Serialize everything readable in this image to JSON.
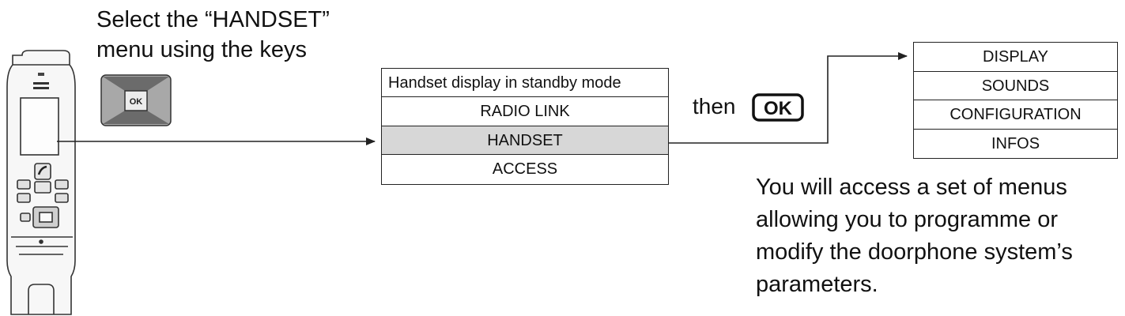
{
  "instructions": {
    "line1": "Select the “HANDSET”",
    "line2": "menu using the keys"
  },
  "main_menu": {
    "items": [
      "Handset display in standby mode",
      "RADIO LINK",
      "HANDSET",
      "ACCESS"
    ],
    "highlighted": "HANDSET"
  },
  "then_label": "then",
  "ok_key_label": "OK",
  "sub_menu": {
    "items": [
      "DISPLAY",
      "SOUNDS",
      "CONFIGURATION",
      "INFOS"
    ]
  },
  "note": {
    "line1": "You will access a set of menus",
    "line2": "allowing you to programme or",
    "line3": "modify the doorphone system’s",
    "line4": "parameters."
  },
  "colors": {
    "highlight": "#d7d7d7",
    "line": "#222222",
    "keypad_dark": "#6b6b6b",
    "keypad_light": "#a8a8a8"
  }
}
